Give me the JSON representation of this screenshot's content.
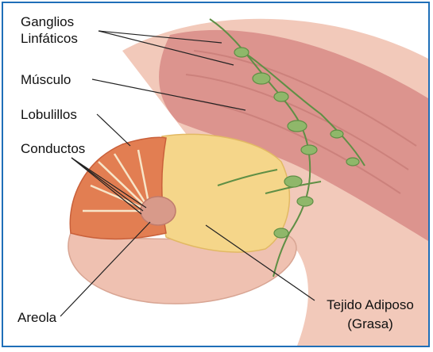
{
  "labels": {
    "ganglios_line1": "Ganglios",
    "ganglios_line2": "Linfáticos",
    "musculo": "Músculo",
    "lobulillos": "Lobulillos",
    "conductos": "Conductos",
    "areola": "Areola",
    "tejido_line1": "Tejido Adiposo",
    "tejido_line2": "(Grasa)"
  },
  "colors": {
    "frame": "#1f6fb8",
    "skin": "#f2c9ba",
    "muscle": "#d98e8a",
    "fat": "#f5d68a",
    "lobules": "#e27e52",
    "lymph_node": "#8fb76a",
    "vessel": "#5f8f45"
  }
}
